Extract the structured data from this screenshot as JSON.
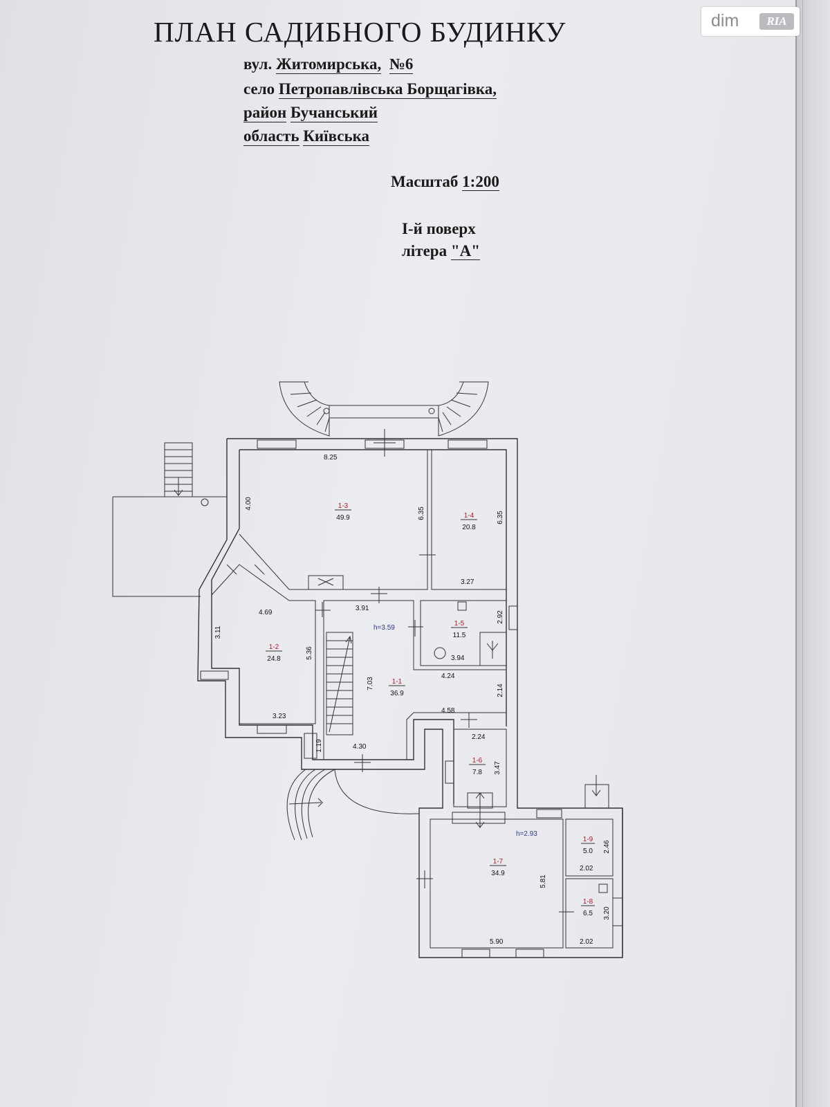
{
  "document": {
    "title": "ПЛАН САДИБНОГО БУДИНКУ",
    "address": {
      "street_label": "вул.",
      "street": "Житомирська,",
      "number": "№6",
      "village_label": "село",
      "village": "Петропавлівська Борщагівка,",
      "district_label": "район",
      "district": "Бучанський",
      "region_label": "область",
      "region": "Київська"
    },
    "scale_label": "Масштаб",
    "scale_value": "1:200",
    "floor": "І-й  поверх",
    "letter_label": "літера",
    "letter_value": "\"А\""
  },
  "logo": {
    "text": "dim",
    "badge": "RIA"
  },
  "plan": {
    "rooms": [
      {
        "id": "1-1",
        "area": "36.9"
      },
      {
        "id": "1-2",
        "area": "24.8"
      },
      {
        "id": "1-3",
        "area": "49.9"
      },
      {
        "id": "1-4",
        "area": "20.8"
      },
      {
        "id": "1-5",
        "area": "11.5"
      },
      {
        "id": "1-6",
        "area": "7.8"
      },
      {
        "id": "1-7",
        "area": "34.9"
      },
      {
        "id": "1-8",
        "area": "6.5"
      },
      {
        "id": "1-9",
        "area": "5.0"
      }
    ],
    "heights": [
      "h=3.59",
      "h=2.93"
    ],
    "dimensions": [
      "8.25",
      "4.00",
      "6.35",
      "6.35",
      "3.27",
      "4.69",
      "3.91",
      "3.11",
      "5.36",
      "2.92",
      "3.94",
      "7.03",
      "4.24",
      "2.14",
      "3.23",
      "4.58",
      "2.24",
      "1.19",
      "4.30",
      "3.47",
      "2.46",
      "2.02",
      "5.81",
      "3.20",
      "2.02",
      "5.90"
    ]
  }
}
